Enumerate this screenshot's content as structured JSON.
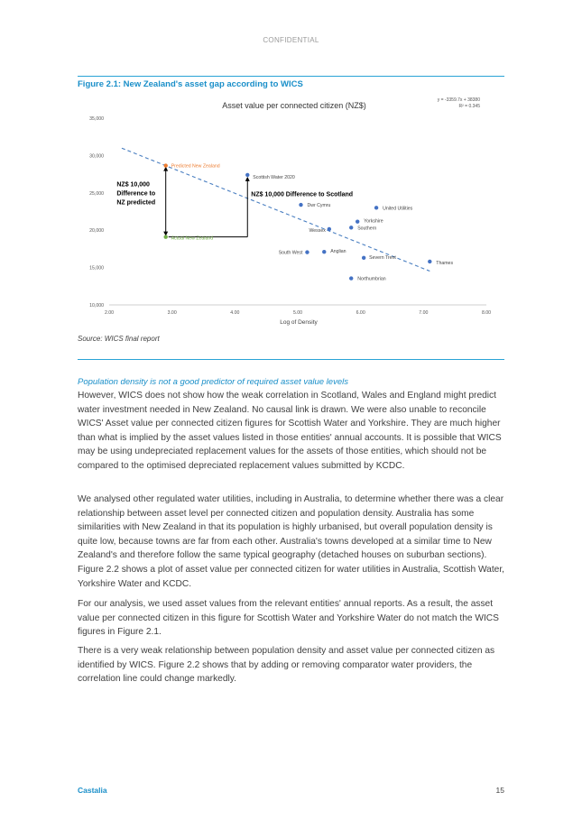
{
  "header": {
    "confidential": "CONFIDENTIAL"
  },
  "figure": {
    "title": "Figure 2.1: New Zealand's asset gap according to WICS",
    "source": "Source: WICS final report"
  },
  "chart_data": {
    "type": "scatter",
    "title": "Asset value per connected citizen (NZ$)",
    "xlabel": "Log of Density",
    "ylabel": "",
    "xlim": [
      2.0,
      8.0
    ],
    "ylim": [
      10000,
      35000
    ],
    "x_ticks": [
      "2.00",
      "3.00",
      "4.00",
      "5.00",
      "6.00",
      "7.00",
      "8.00"
    ],
    "y_ticks": [
      "10,000",
      "15,000",
      "20,000",
      "25,000",
      "30,000",
      "35,000"
    ],
    "equation": "y = -3359.7x + 38380",
    "r_squared": "R² = 0.345",
    "trendline": {
      "slope": -3359.7,
      "intercept": 38380,
      "x": [
        2.2,
        7.1
      ]
    },
    "series": [
      {
        "points": [
          {
            "label": "Scottish Water 2020",
            "x": 4.2,
            "y": 27400,
            "color": "#4472c4"
          },
          {
            "label": "Dwr Cymru",
            "x": 5.05,
            "y": 23400,
            "color": "#4472c4"
          },
          {
            "label": "United Utilities",
            "x": 6.25,
            "y": 23000,
            "color": "#4472c4"
          },
          {
            "label": "Yorkshire",
            "x": 5.95,
            "y": 21150,
            "color": "#4472c4"
          },
          {
            "label": "Southern",
            "x": 5.85,
            "y": 20350,
            "color": "#4472c4"
          },
          {
            "label": "Wessex",
            "x": 5.5,
            "y": 20150,
            "color": "#4472c4"
          },
          {
            "label": "South West",
            "x": 5.15,
            "y": 17050,
            "color": "#4472c4"
          },
          {
            "label": "Anglian",
            "x": 5.42,
            "y": 17100,
            "color": "#4472c4"
          },
          {
            "label": "Severn Trent",
            "x": 6.05,
            "y": 16300,
            "color": "#4472c4"
          },
          {
            "label": "Thames",
            "x": 7.1,
            "y": 15800,
            "color": "#4472c4"
          },
          {
            "label": "Northumbrian",
            "x": 5.85,
            "y": 13550,
            "color": "#4472c4"
          },
          {
            "label": "Predicted New Zealand",
            "x": 2.9,
            "y": 28650,
            "color": "#ed7d31"
          },
          {
            "label": "Actual New Zealand",
            "x": 2.9,
            "y": 19100,
            "color": "#70ad47"
          }
        ]
      }
    ],
    "annotations": [
      {
        "lines": [
          "NZ$ 10,000",
          "Difference to",
          "NZ predicted"
        ]
      },
      {
        "lines": [
          "NZ$ 10,000 Difference to Scotland"
        ]
      }
    ]
  },
  "section": {
    "subheading": "Population density is not a good predictor of required asset value levels",
    "paragraphs": [
      "However, WICS does not show how the weak correlation in Scotland, Wales and England might predict water investment needed in New Zealand. No causal link is drawn. We were also unable to reconcile WICS' Asset value per connected citizen figures for Scottish Water and Yorkshire. They are much higher than what is implied by the asset values listed in those entities' annual accounts. It is possible that WICS may be using undepreciated replacement values for the assets of those entities, which should not be compared to the optimised depreciated replacement values submitted by KCDC.",
      "We analysed other regulated water utilities, including in Australia, to determine whether there was a clear relationship between asset level per connected citizen and population density. Australia has some similarities with New Zealand in that its population is highly urbanised, but overall population density is quite low, because towns are far from each other. Australia's towns developed at a similar time to New Zealand's and therefore follow the same typical geography (detached houses on suburban sections). Figure 2.2 shows a plot of asset value per connected citizen for water utilities in Australia, Scottish Water, Yorkshire Water and KCDC.",
      "For our analysis, we used asset values from the relevant entities' annual reports. As a result, the asset value per connected citizen in this figure for Scottish Water and Yorkshire Water do not match the WICS figures in Figure 2.1.",
      "There is a very weak relationship between population density and asset value per connected citizen as identified by WICS. Figure 2.2 shows that by adding or removing comparator water providers, the correlation line could change markedly."
    ]
  },
  "footer": {
    "brand": "Castalia",
    "page_number": "15"
  }
}
